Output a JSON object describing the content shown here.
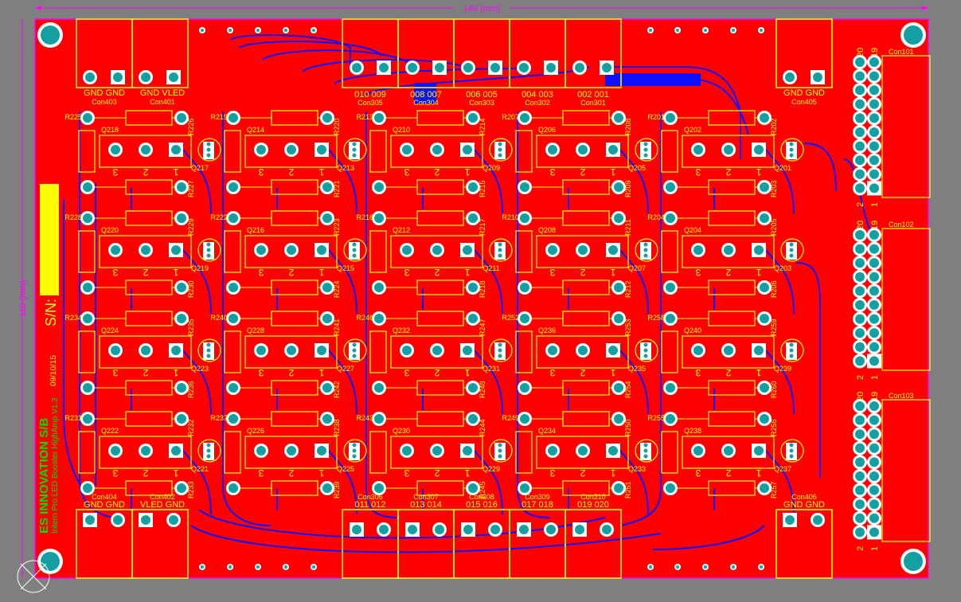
{
  "colors": {
    "background": "#7f7f7f",
    "copper": "#ff0000",
    "trace_bottom": "#1010ff",
    "silkscreen": "#ffff00",
    "pad": "#14a0a0",
    "outline": "#ff00ff"
  },
  "board": {
    "width_dim": "140 (mm)",
    "height_dim": "110 (mm)",
    "serial_label": "S/N:",
    "date": "09/10/15",
    "company": "ES INNOVATION S/B",
    "product": "Intern Pro LED Booster HighAmp V1.3"
  },
  "top_connectors": [
    {
      "name": "Con305",
      "pins": "010 009"
    },
    {
      "name": "Con304",
      "pins": "008 007"
    },
    {
      "name": "Con303",
      "pins": "006 005"
    },
    {
      "name": "Con302",
      "pins": "004 003"
    },
    {
      "name": "Con301",
      "pins": "002 001"
    }
  ],
  "bottom_connectors": [
    {
      "name": "Con306",
      "pins": "011 012"
    },
    {
      "name": "Con307",
      "pins": "013 014"
    },
    {
      "name": "Con308",
      "pins": "015 016"
    },
    {
      "name": "Con309",
      "pins": "017 018"
    },
    {
      "name": "Con310",
      "pins": "019 020"
    }
  ],
  "power_connectors": {
    "con403": {
      "name": "Con403",
      "pins": "GND GND"
    },
    "con401": {
      "name": "Con401",
      "pins": "GND VLED"
    },
    "con405": {
      "name": "Con405",
      "pins": "GND GND"
    },
    "con404": {
      "name": "Con404",
      "pins": "GND GND"
    },
    "con402": {
      "name": "Con402",
      "pins": "VLED GND"
    },
    "con406": {
      "name": "Con406",
      "pins": "GND GND"
    }
  },
  "headers": [
    {
      "name": "Con101",
      "top": [
        "20",
        "19"
      ],
      "bottom": [
        "2",
        "1"
      ]
    },
    {
      "name": "Con102",
      "top": [
        "20",
        "19"
      ],
      "bottom": [
        "2",
        "1"
      ]
    },
    {
      "name": "Con103",
      "top": [
        "20",
        "19"
      ],
      "bottom": [
        "2",
        "1"
      ]
    }
  ],
  "pin_numbers": [
    "3",
    "2",
    "1"
  ],
  "cells": [
    {
      "rl": "R225",
      "rr": "R226",
      "q": "Q218",
      "r2": "R227",
      "qs": "Q217"
    },
    {
      "rl": "R219",
      "rr": "R220",
      "q": "Q214",
      "r2": "R221",
      "qs": "Q213"
    },
    {
      "rl": "R213",
      "rr": "R214",
      "q": "Q210",
      "r2": "R215",
      "qs": "Q209"
    },
    {
      "rl": "R207",
      "rr": "R208",
      "q": "Q206",
      "r2": "R209",
      "qs": "Q205"
    },
    {
      "rl": "R201",
      "rr": "R202",
      "q": "Q202",
      "r2": "R203",
      "qs": "Q201"
    },
    {
      "rl": "R228",
      "rr": "R229",
      "q": "Q220",
      "r2": "R230",
      "qs": "Q219"
    },
    {
      "rl": "R222",
      "rr": "R223",
      "q": "Q216",
      "r2": "R224",
      "qs": "Q215"
    },
    {
      "rl": "R216",
      "rr": "R217",
      "q": "Q212",
      "r2": "R218",
      "qs": "Q211"
    },
    {
      "rl": "R210",
      "rr": "R211",
      "q": "Q208",
      "r2": "R212",
      "qs": "Q207"
    },
    {
      "rl": "R204",
      "rr": "R205",
      "q": "Q204",
      "r2": "R206",
      "qs": "Q203"
    },
    {
      "rl": "R234",
      "rr": "R235",
      "q": "Q224",
      "r2": "R236",
      "qs": "Q223"
    },
    {
      "rl": "R240",
      "rr": "R241",
      "q": "Q228",
      "r2": "R242",
      "qs": "Q227"
    },
    {
      "rl": "R246",
      "rr": "R247",
      "q": "Q232",
      "r2": "R248",
      "qs": "Q231"
    },
    {
      "rl": "R252",
      "rr": "R253",
      "q": "Q236",
      "r2": "R254",
      "qs": "Q235"
    },
    {
      "rl": "R258",
      "rr": "R259",
      "q": "Q240",
      "r2": "R260",
      "qs": "Q239"
    },
    {
      "rl": "R231",
      "rr": "R232",
      "q": "Q222",
      "r2": "R233",
      "qs": "Q221"
    },
    {
      "rl": "R237",
      "rr": "R238",
      "q": "Q226",
      "r2": "R239",
      "qs": "Q225"
    },
    {
      "rl": "R243",
      "rr": "R244",
      "q": "Q230",
      "r2": "R245",
      "qs": "Q229"
    },
    {
      "rl": "R249",
      "rr": "R250",
      "q": "Q234",
      "r2": "R251",
      "qs": "Q233"
    },
    {
      "rl": "R255",
      "rr": "R256",
      "q": "Q238",
      "r2": "R257",
      "qs": "Q237"
    }
  ]
}
